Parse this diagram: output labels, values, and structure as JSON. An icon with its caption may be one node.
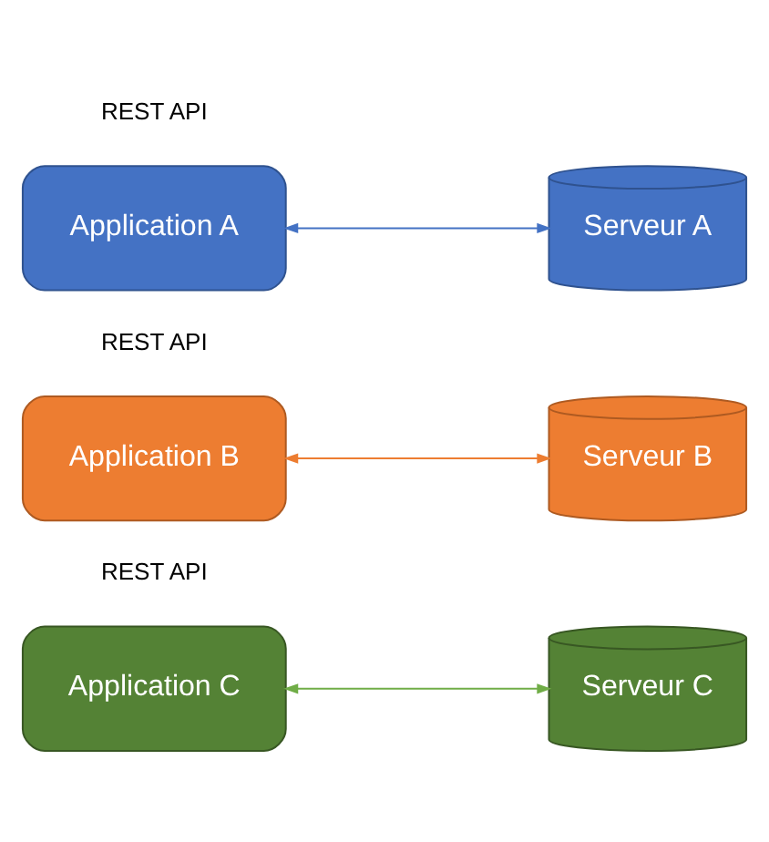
{
  "diagram": {
    "nodes": [
      {
        "text": [
          "Application A"
        ]
      },
      {
        "text": [
          "Serveur A"
        ]
      },
      {
        "text": [
          "Application B"
        ]
      },
      {
        "text": [
          "Serveur B"
        ]
      },
      {
        "text": [
          "Application C"
        ]
      },
      {
        "text": [
          "Serveur C"
        ]
      }
    ],
    "edges": [
      {
        "from": 0,
        "to": 1,
        "arrow": "both",
        "color": "#4472c4"
      },
      {
        "from": 2,
        "to": 3,
        "arrow": "both",
        "color": "#ed7d31"
      },
      {
        "from": 4,
        "to": 5,
        "arrow": "both",
        "color": "#70ad47"
      }
    ],
    "labels": [
      "REST API",
      "REST API",
      "REST API"
    ]
  }
}
